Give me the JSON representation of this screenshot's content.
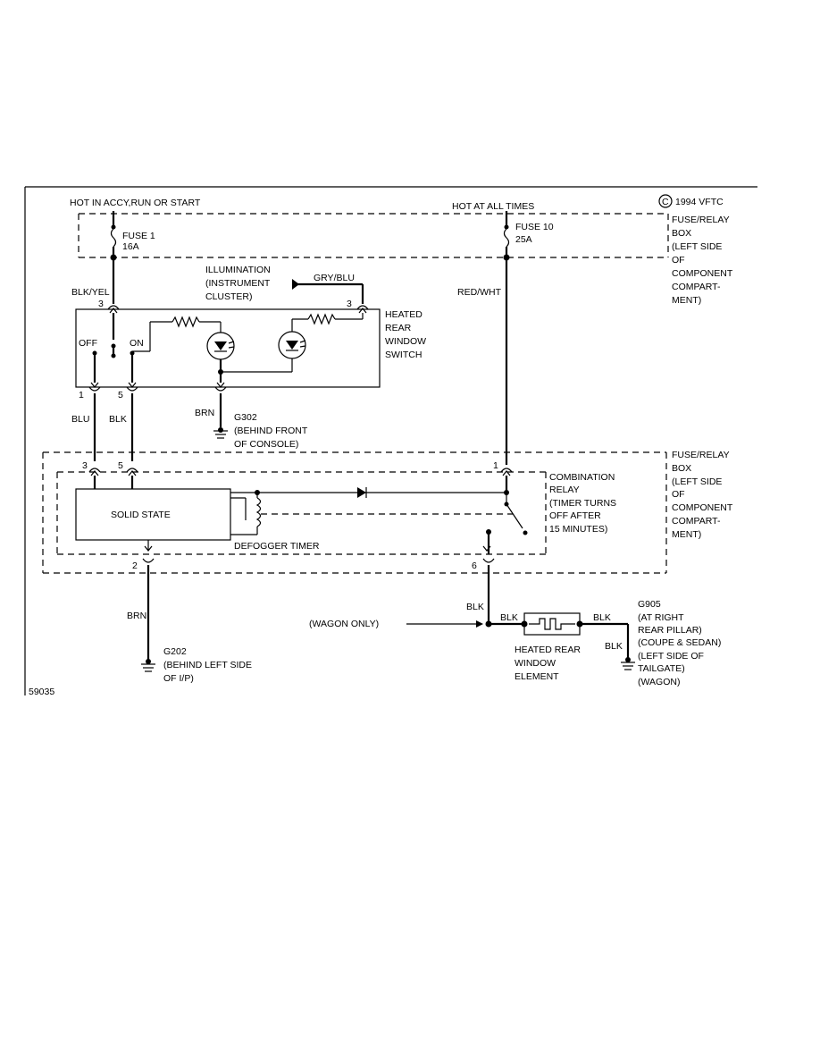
{
  "copyright": "1994 VFTC",
  "copyright_symbol": "C",
  "power": {
    "hot_accy": "HOT IN ACCY,RUN OR START",
    "hot_always": "HOT AT ALL TIMES"
  },
  "fuses": {
    "fuse1": [
      "FUSE 1",
      "16A"
    ],
    "fuse10": [
      "FUSE 10",
      "25A"
    ]
  },
  "fuse_box": [
    "FUSE/RELAY",
    "BOX",
    "(LEFT SIDE",
    "OF",
    "COMPONENT",
    "COMPART-",
    "MENT)"
  ],
  "illumination": [
    "ILLUMINATION",
    "(INSTRUMENT",
    "CLUSTER)"
  ],
  "switch": {
    "label": [
      "HEATED",
      "REAR",
      "WINDOW",
      "SWITCH"
    ],
    "off": "OFF",
    "on": "ON"
  },
  "relay": {
    "label": [
      "COMBINATION",
      "RELAY",
      "(TIMER TURNS",
      "OFF AFTER",
      "15 MINUTES)"
    ],
    "solid_state": "SOLID STATE",
    "timer": "DEFOGGER TIMER"
  },
  "wires": {
    "blk_yel": "BLK/YEL",
    "gry_blu": "GRY/BLU",
    "red_wht": "RED/WHT",
    "blu": "BLU",
    "blk": "BLK",
    "brn": "BRN"
  },
  "pins": {
    "p3": "3",
    "p1": "1",
    "p5": "5",
    "p2": "2",
    "p6": "6"
  },
  "grounds": {
    "g302": [
      "G302",
      "(BEHIND FRONT",
      "OF CONSOLE)"
    ],
    "g202": [
      "G202",
      "(BEHIND LEFT SIDE",
      "OF I/P)"
    ],
    "g905": [
      "G905",
      "(AT RIGHT",
      "REAR PILLAR)",
      "(COUPE & SEDAN)",
      "(LEFT SIDE OF",
      "TAILGATE)",
      "(WAGON)"
    ]
  },
  "wagon_only": "(WAGON ONLY)",
  "element": [
    "HEATED REAR",
    "WINDOW",
    "ELEMENT"
  ],
  "figure_id": "59035"
}
